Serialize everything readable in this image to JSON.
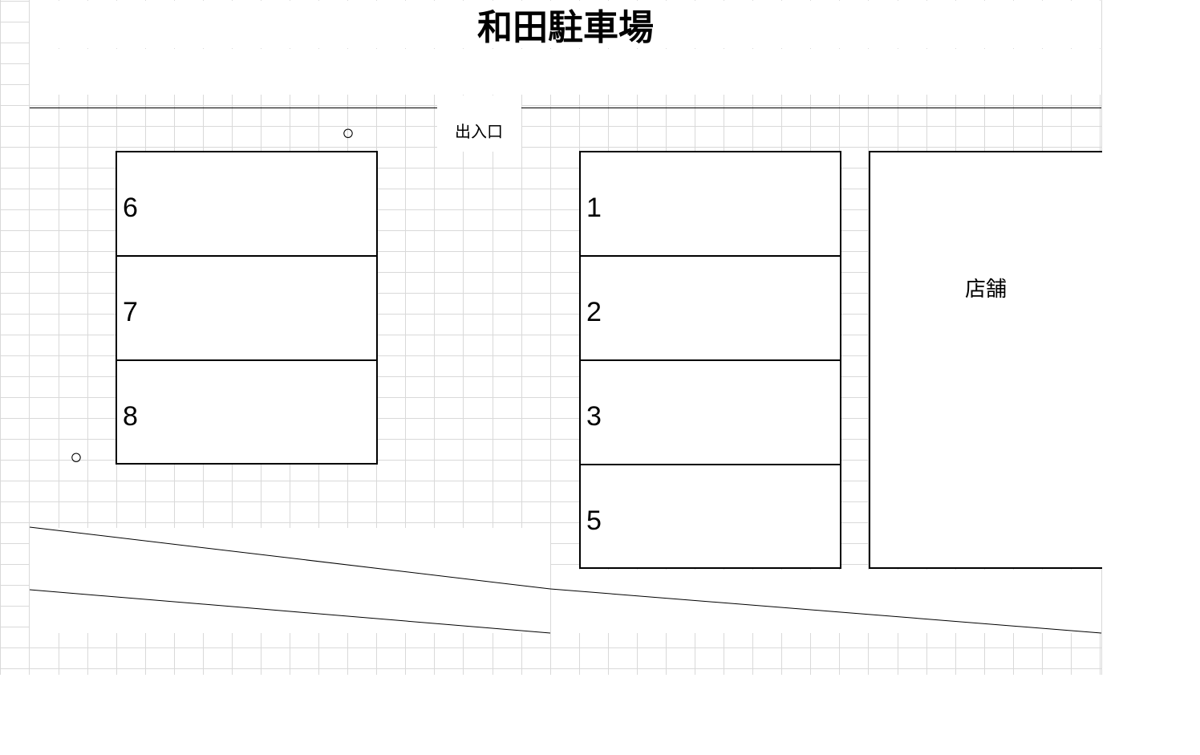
{
  "title": "和田駐車場",
  "entrance_label": "出入口",
  "store_label": "店舗",
  "markers": [
    "○",
    "○"
  ],
  "left_block": {
    "spaces": [
      {
        "number": "6"
      },
      {
        "number": "7"
      },
      {
        "number": "8"
      }
    ]
  },
  "right_block": {
    "spaces": [
      {
        "number": "1"
      },
      {
        "number": "2"
      },
      {
        "number": "3"
      },
      {
        "number": "5"
      }
    ]
  },
  "colors": {
    "grid": "#d9d9d9",
    "line": "#000000",
    "background": "#ffffff"
  }
}
